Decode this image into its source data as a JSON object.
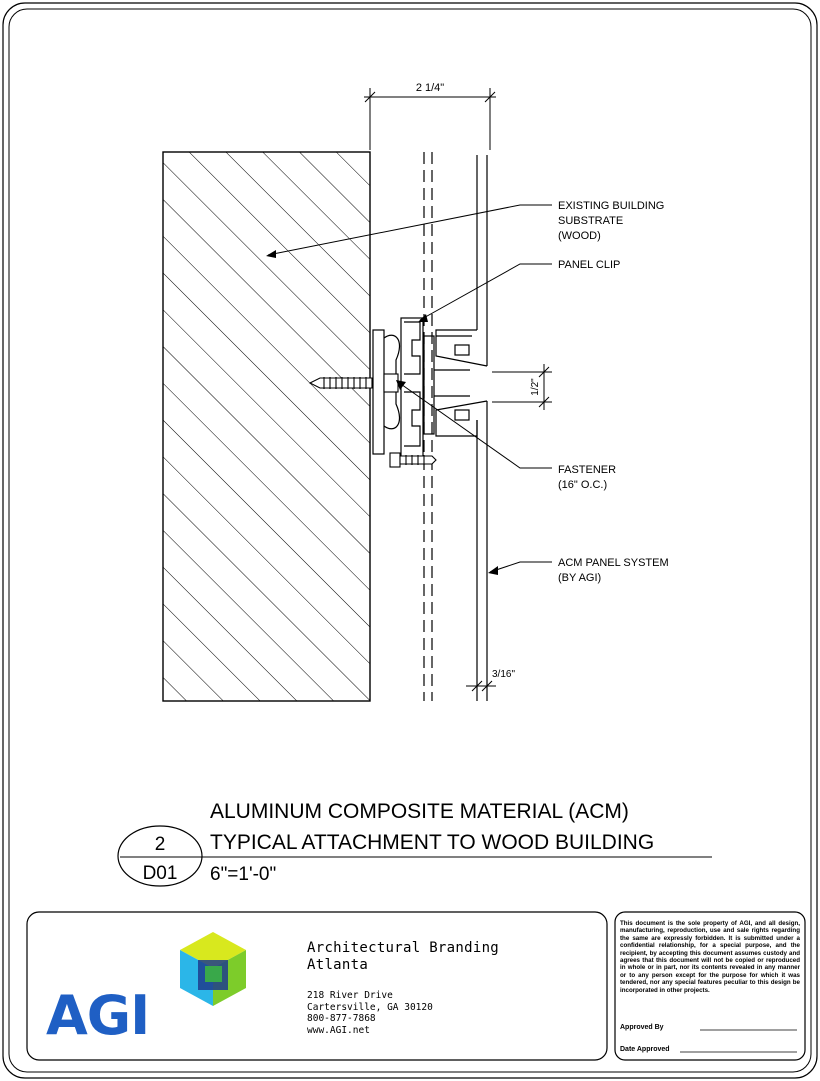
{
  "drawing": {
    "dimension_top": "2 1/4\"",
    "dimension_gap": "1/2\"",
    "dimension_thickness": "3/16\"",
    "callouts": {
      "substrate_line1": "EXISTING BUILDING",
      "substrate_line2": "SUBSTRATE",
      "substrate_line3": "(WOOD)",
      "panel_clip": "PANEL CLIP",
      "fastener_line1": "FASTENER",
      "fastener_line2": "(16\" O.C.)",
      "acm_line1": "ACM PANEL SYSTEM",
      "acm_line2": "(BY AGI)"
    }
  },
  "title_block": {
    "title_line1": "ALUMINUM COMPOSITE MATERIAL (ACM)",
    "title_line2": "TYPICAL ATTACHMENT TO WOOD BUILDING",
    "detail_number": "2",
    "sheet_number": "D01",
    "scale": "6\"=1'-0\""
  },
  "company": {
    "logo_text": "AGI",
    "name_line1": "Architectural Branding",
    "name_line2": "Atlanta",
    "address_line1": "218 River Drive",
    "address_line2": "Cartersville, GA 30120",
    "phone": "800-877-7868",
    "website": "www.AGI.net"
  },
  "legal": {
    "notice": "This document is the sole property of AGI, and all design, manufacturing, reproduction, use and sale rights regarding the same are expressly forbidden. It is submitted under a confidential relationship, for a special purpose, and the recipient, by accepting this document assumes custody and agrees that this document will not be copied or reproduced in whole or in part, nor its contents revealed in any manner or to any person except for the purpose for which it was tendered, nor any special features peculiar to this design be incorporated in other projects.",
    "approved_by_label": "Approved By",
    "date_approved_label": "Date Approved"
  },
  "colors": {
    "logo_blue": "#1f5fc4",
    "cube_cyan": "#2bb6e8",
    "cube_green": "#7dcc2a",
    "cube_yellow": "#d8e81e",
    "cube_navy": "#1e3c8c"
  }
}
